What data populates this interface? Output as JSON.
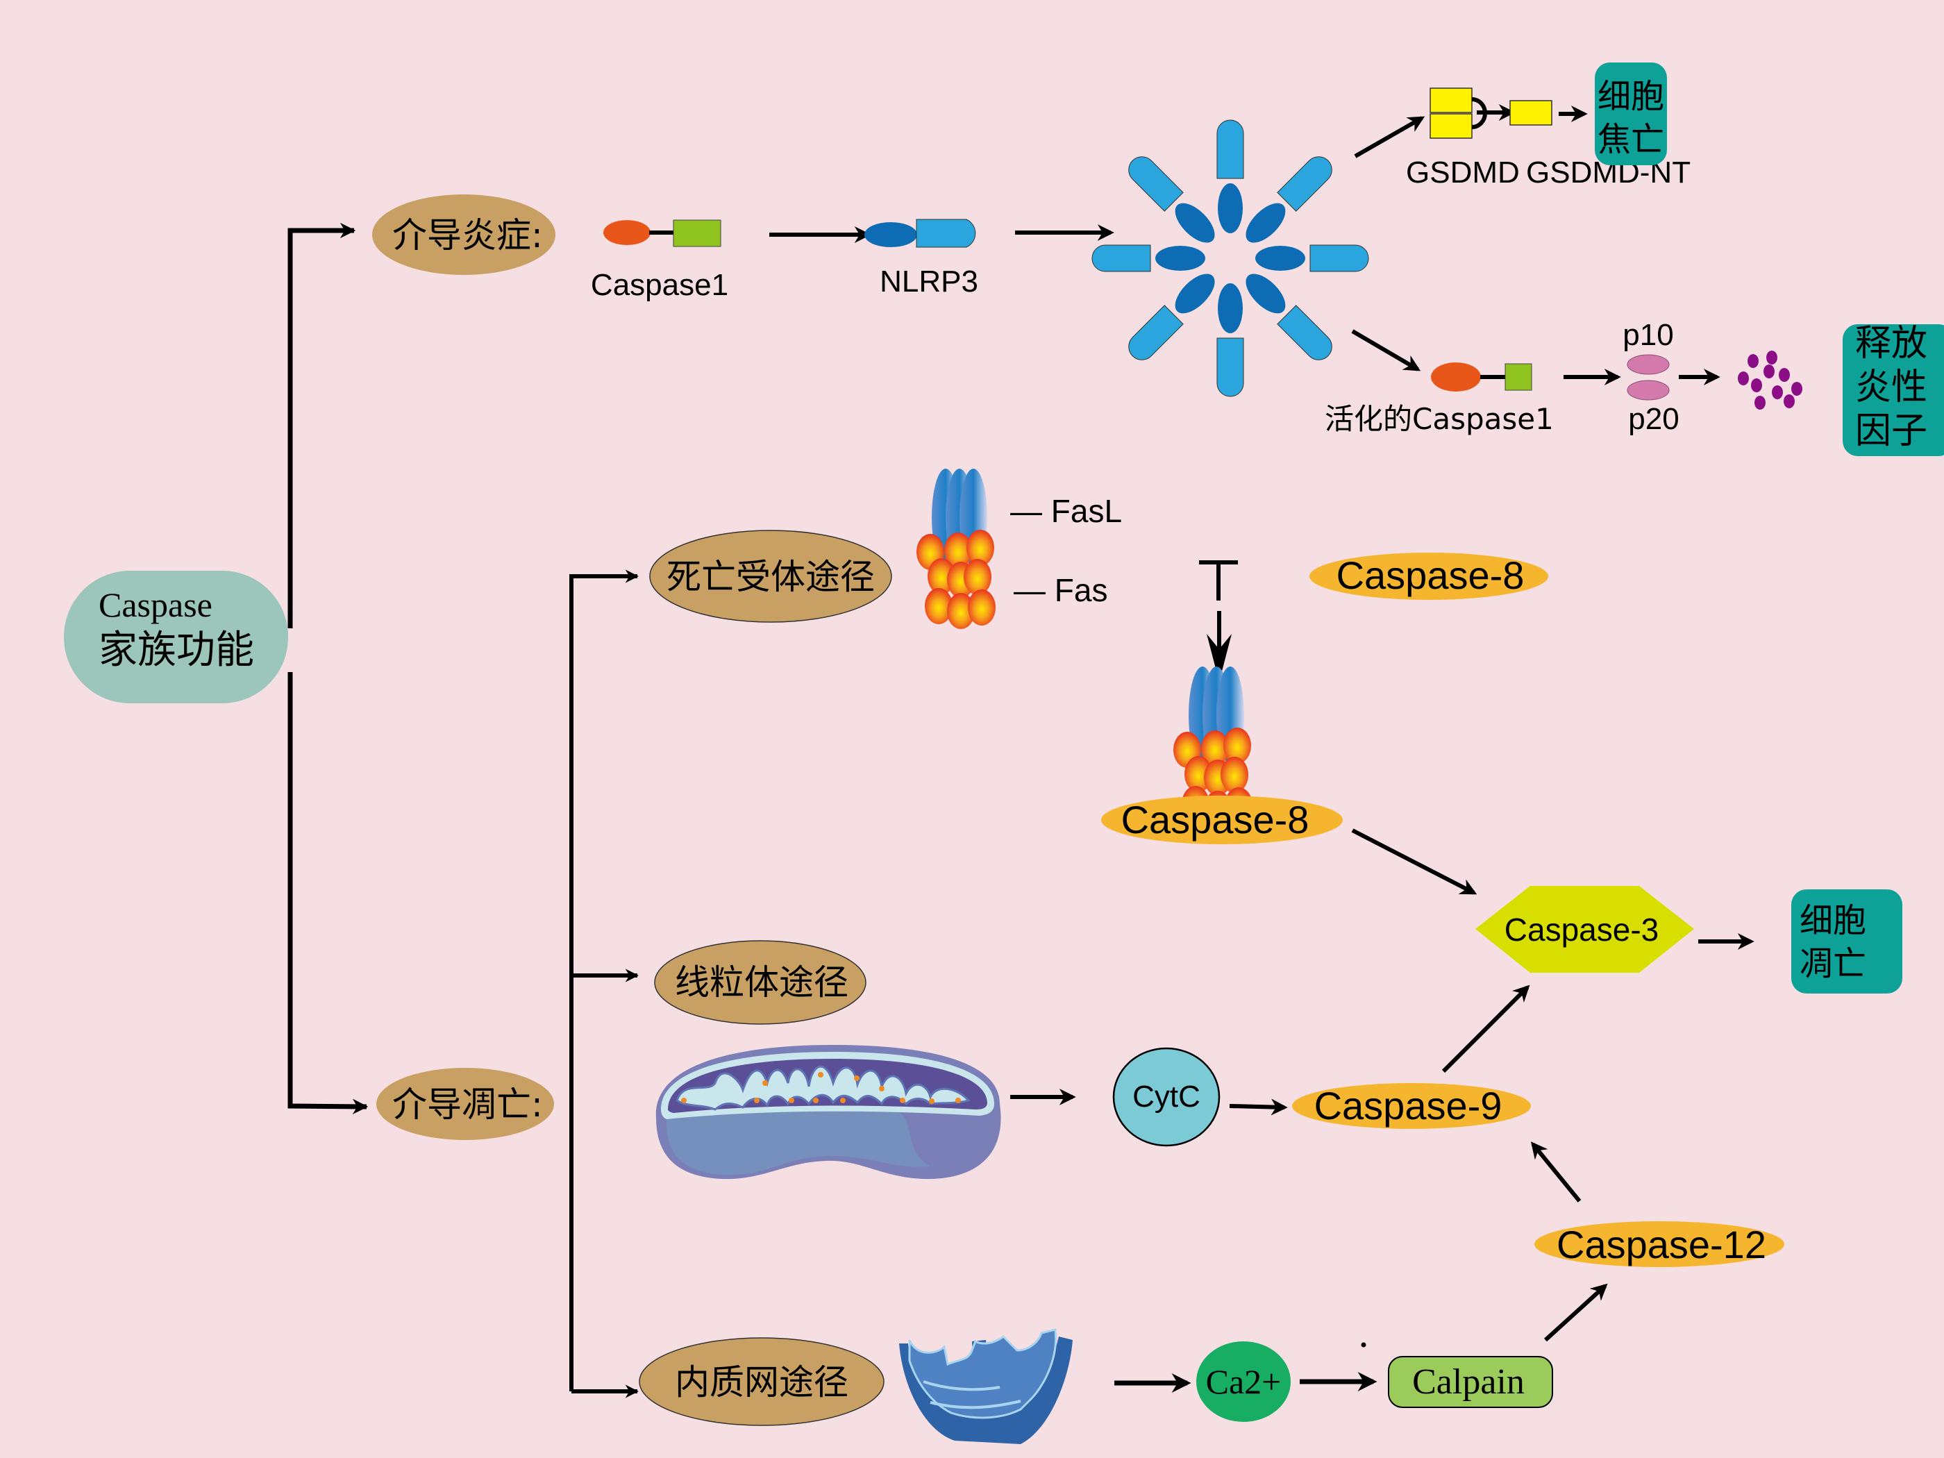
{
  "colors": {
    "background": "#f5dfe2",
    "root_node": "#9cc5bb",
    "category_node": "#c9a063",
    "outcome_box": "#0ea198",
    "caspase_ellipse": "#f6b52e",
    "caspase3_hex": "#d8df00",
    "cytc": "#7ccad6",
    "ca2": "#17ae64",
    "calpain": "#9bcb5a",
    "orange_domain": "#e9561a",
    "green_domain": "#8fc320",
    "nlrp3_dark": "#0e6cb4",
    "nlrp3_light": "#2aa5de",
    "gsdmd": "#fff200",
    "p10_p20": "#d57aad",
    "cytokine_dot": "#8c0e86"
  },
  "root": {
    "line1": "Caspase",
    "line2": "家族功能"
  },
  "branches": {
    "inflammation": {
      "label": "介导炎症:",
      "caspase1_label": "Caspase1",
      "nlrp3_label": "NLRP3",
      "gsdmd_label": "GSDMD",
      "gsdmd_nt_label": "GSDMD-NT",
      "pyroptosis": {
        "line1": "细胞",
        "line2": "焦亡"
      },
      "active_caspase1_label": "活化的Caspase1",
      "p10_label": "p10",
      "p20_label": "p20",
      "release": {
        "line1": "释放",
        "line2": "炎性",
        "line3": "因子"
      }
    },
    "apoptosis": {
      "label": "介导凋亡:",
      "death_receptor": {
        "label": "死亡受体途径",
        "fasl_label": "— FasL",
        "fas_label": "—  Fas",
        "plus": "+",
        "caspase8_free": "Caspase-8",
        "caspase8_bound": "Caspase-8"
      },
      "mitochondria": {
        "label": "线粒体途径",
        "cytc_label": "CytC",
        "caspase9_label": "Caspase-9"
      },
      "er": {
        "label": "内质网途径",
        "ca2_label": "Ca2+",
        "calpain_label": "Calpain",
        "caspase12_label": "Caspase-12"
      },
      "caspase3_label": "Caspase-3",
      "apoptosis_outcome": {
        "line1": "细胞",
        "line2": "凋亡"
      }
    }
  }
}
